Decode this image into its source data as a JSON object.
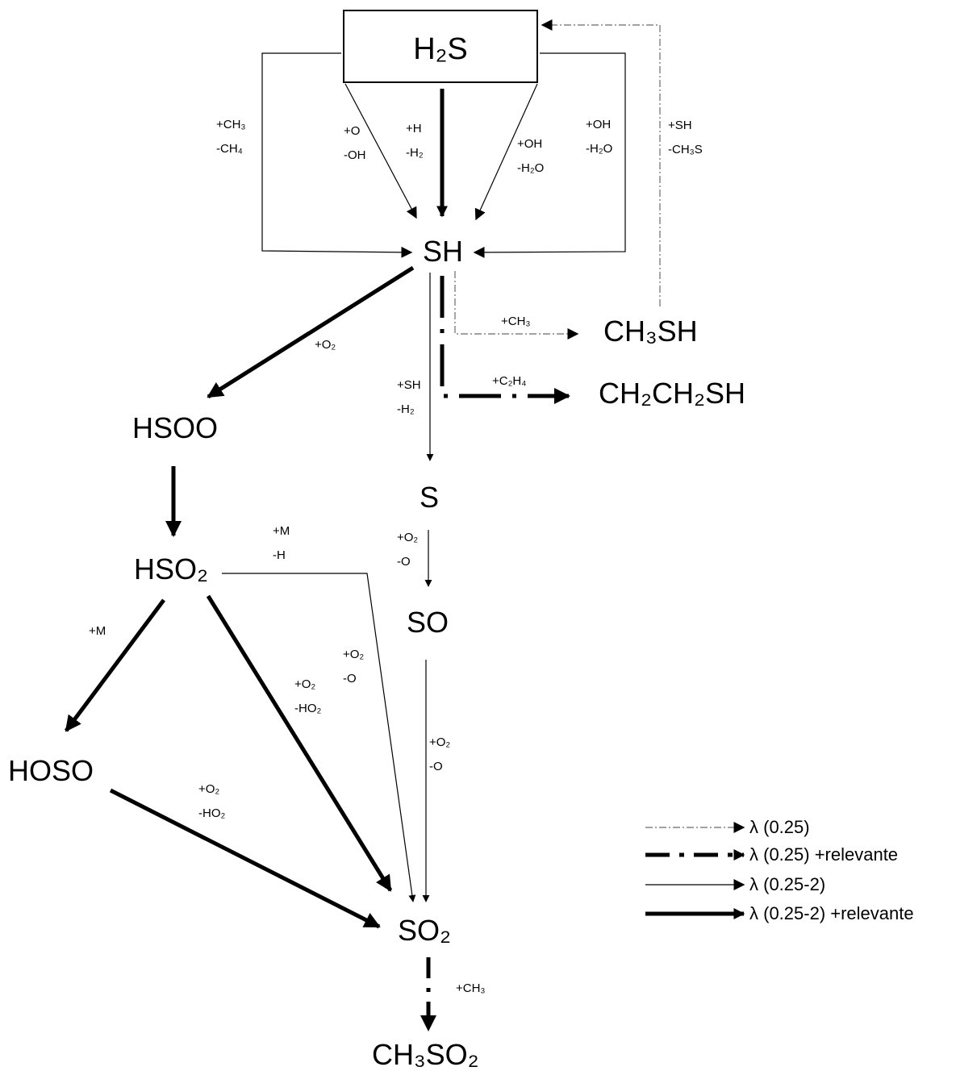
{
  "species": {
    "h2s": "H₂S",
    "sh": "SH",
    "ch3sh": "CH₃SH",
    "ch2ch2sh": "CH₂CH₂SH",
    "hsoo": "HSOO",
    "s": "S",
    "hso2": "HSO₂",
    "so": "SO",
    "hoso": "HOSO",
    "so2": "SO₂",
    "ch3so2": "CH₃SO₂"
  },
  "reactions": {
    "h2s_ch3": {
      "add": "+CH₃",
      "remove": "-CH₄"
    },
    "h2s_o": {
      "add": "+O",
      "remove": "-OH"
    },
    "h2s_h": {
      "add": "+H",
      "remove": "-H₂"
    },
    "h2s_oh_inner": {
      "add": "+OH",
      "remove": "-H₂O"
    },
    "h2s_oh_outer": {
      "add": "+OH",
      "remove": "-H₂O"
    },
    "ch3sh_sh": {
      "add": "+SH",
      "remove": "-CH₃S"
    },
    "sh_o2": {
      "add": "+O₂"
    },
    "sh_ch3": {
      "add": "+CH₃"
    },
    "sh_c2h4": {
      "add": "+C₂H₄"
    },
    "sh_sh": {
      "add": "+SH",
      "remove": "-H₂"
    },
    "s_o2": {
      "add": "+O₂",
      "remove": "-O"
    },
    "hso2_m_h": {
      "add": "+M",
      "remove": "-H"
    },
    "hso2_m": {
      "add": "+M"
    },
    "hso2_o2_o": {
      "add": "+O₂",
      "remove": "-O"
    },
    "hso2_o2_ho2": {
      "add": "+O₂",
      "remove": "-HO₂"
    },
    "so_o2": {
      "add": "+O₂",
      "remove": "-O"
    },
    "hoso_o2": {
      "add": "+O₂",
      "remove": "-HO₂"
    },
    "so2_ch3": {
      "add": "+CH₃"
    }
  },
  "legend": [
    {
      "style": "dash-dot-thin",
      "label": "λ (0.25)"
    },
    {
      "style": "dash-dot-thick",
      "label": "λ (0.25) +relevante"
    },
    {
      "style": "solid-thin",
      "label": "λ (0.25-2)"
    },
    {
      "style": "solid-thick",
      "label": "λ (0.25-2) +relevante"
    }
  ],
  "colors": {
    "ink": "#000000",
    "dashdot_thin": "#6b6b6b"
  }
}
